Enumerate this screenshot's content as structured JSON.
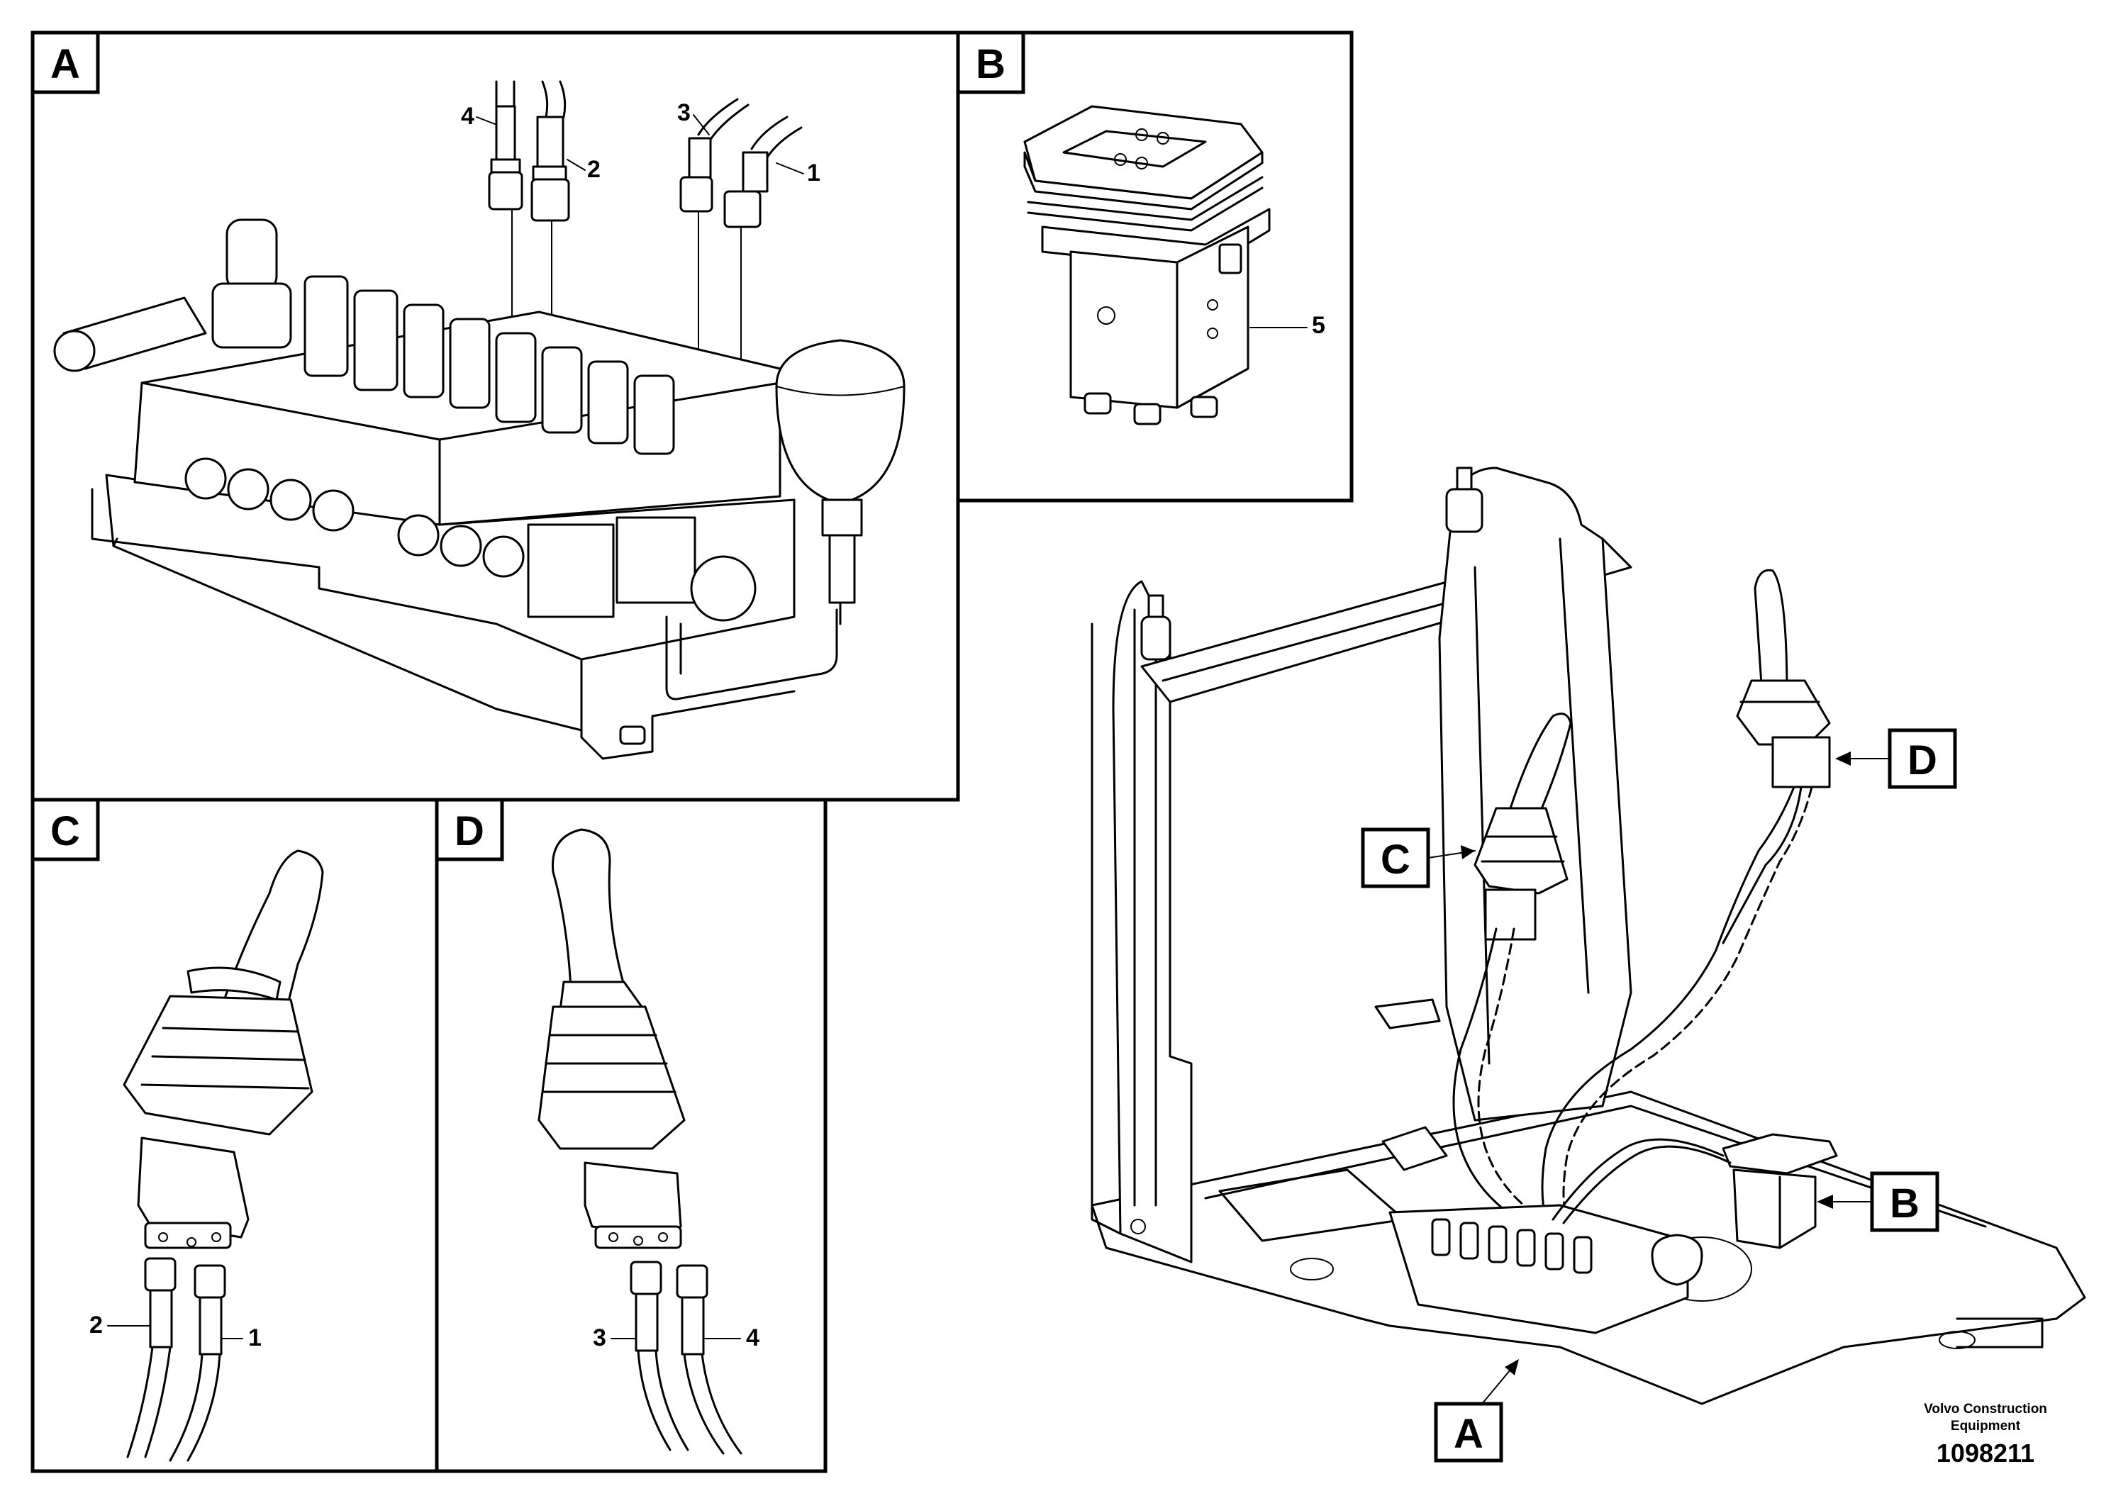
{
  "panels": {
    "A": {
      "letter": "A",
      "callouts": [
        "4",
        "2",
        "3",
        "1"
      ]
    },
    "B": {
      "letter": "B",
      "callouts": [
        "5"
      ]
    },
    "C": {
      "letter": "C",
      "callouts": [
        "2",
        "1"
      ]
    },
    "D": {
      "letter": "D",
      "callouts": [
        "3",
        "4"
      ]
    }
  },
  "overview": {
    "tags": [
      "C",
      "D",
      "B",
      "A"
    ]
  },
  "footer": {
    "line1": "Volvo Construction",
    "line2": "Equipment",
    "number": "1098211"
  }
}
